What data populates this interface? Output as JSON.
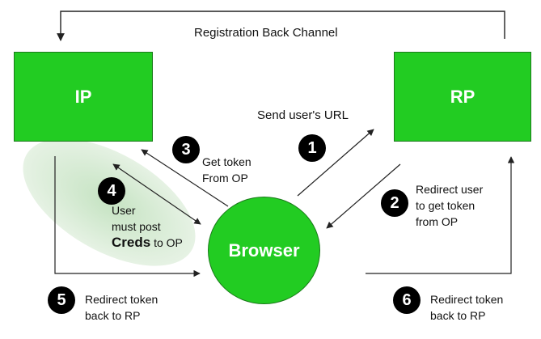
{
  "nodes": {
    "ip": "IP",
    "rp": "RP",
    "browser": "Browser"
  },
  "labels": {
    "back_channel": "Registration Back Channel",
    "send_url": "Send user's URL",
    "step3_line1": "Get token",
    "step3_line2": "From OP",
    "step4_line1": "User",
    "step4_line2": "must post",
    "step4_creds": "Creds",
    "step4_to": " to OP",
    "step2_line1": "Redirect user",
    "step2_line2": "to get token",
    "step2_line3": "from OP",
    "step5_line1": "Redirect token",
    "step5_line2": "back to RP",
    "step6_line1": "Redirect token",
    "step6_line2": "back to RP"
  },
  "steps": {
    "s1": "1",
    "s2": "2",
    "s3": "3",
    "s4": "4",
    "s5": "5",
    "s6": "6"
  },
  "colors": {
    "node_fill": "#22cc22",
    "ellipse_fill": "#cfe6cc",
    "arrow": "#222222"
  }
}
